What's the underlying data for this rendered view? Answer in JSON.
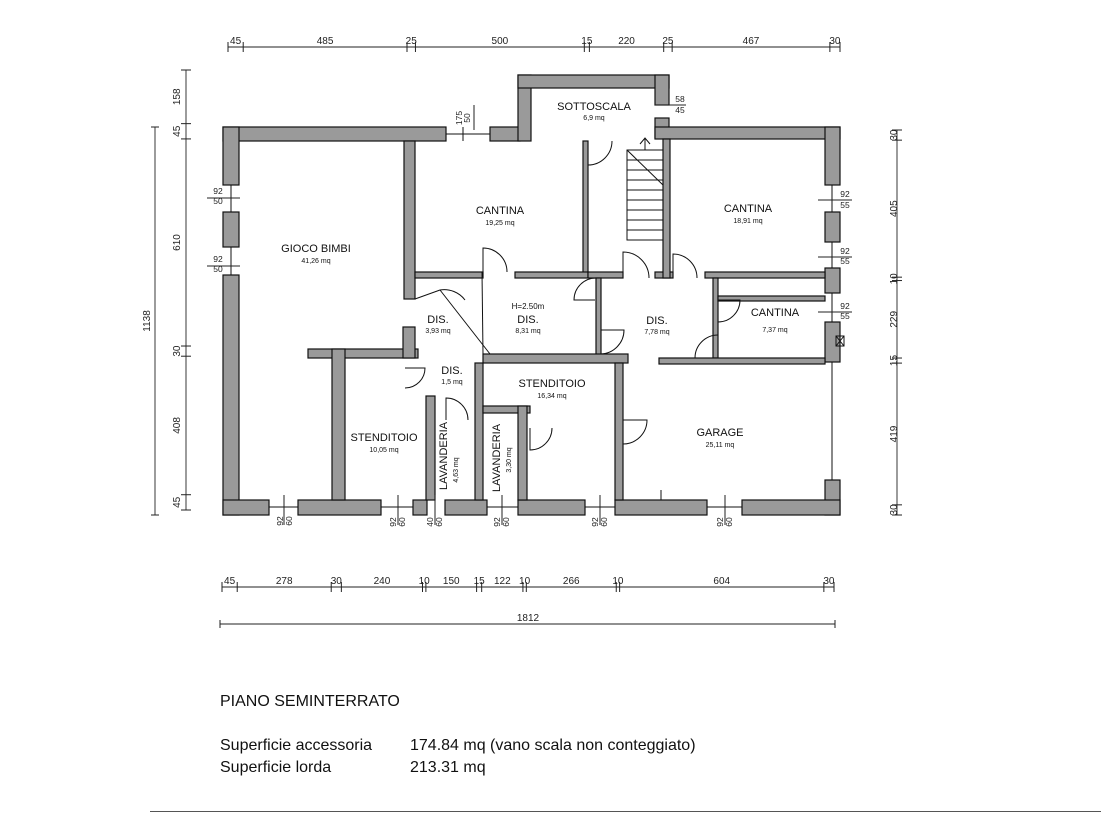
{
  "plan": {
    "rooms": [
      {
        "name": "SOTTOSCALA",
        "area": "6,9 mq"
      },
      {
        "name": "CANTINA",
        "area": "19,25 mq"
      },
      {
        "name": "CANTINA",
        "area": "18,91 mq"
      },
      {
        "name": "GIOCO BIMBI",
        "area": "41,26 mq"
      },
      {
        "name": "DIS.",
        "area": "3,93 mq"
      },
      {
        "name": "DIS.",
        "area": "8,31 mq",
        "note": "H=2.50m"
      },
      {
        "name": "DIS.",
        "area": "7,78 mq"
      },
      {
        "name": "CANTINA",
        "area": "7,37 mq"
      },
      {
        "name": "DIS.",
        "area": "1,5 mq"
      },
      {
        "name": "STENDITOIO",
        "area": "16,34 mq"
      },
      {
        "name": "STENDITOIO",
        "area": "10,05 mq"
      },
      {
        "name": "LAVANDERIA",
        "area": "4,63 mq"
      },
      {
        "name": "LAVANDERIA",
        "area": "3,30 mq"
      },
      {
        "name": "GARAGE",
        "area": "25,11 mq"
      }
    ],
    "top_dimensions": [
      "45",
      "485",
      "25",
      "500",
      "15",
      "220",
      "25",
      "467",
      "30"
    ],
    "bottom_dimensions": [
      "45",
      "278",
      "30",
      "240",
      "10",
      "150",
      "15",
      "122",
      "10",
      "266",
      "10",
      "604",
      "30"
    ],
    "total_width": "1812",
    "left_total": "1138",
    "left_dimensions": [
      "158",
      "45",
      "610",
      "30",
      "408",
      "45"
    ],
    "right_dimensions": [
      "30",
      "405",
      "10",
      "229",
      "15",
      "419",
      "30"
    ],
    "openings": [
      {
        "w": "175",
        "h": "50"
      },
      {
        "w": "58",
        "h": "45"
      },
      {
        "w": "92",
        "h": "50"
      },
      {
        "w": "92",
        "h": "50"
      },
      {
        "w": "92",
        "h": "55"
      },
      {
        "w": "92",
        "h": "55"
      },
      {
        "w": "92",
        "h": "55"
      },
      {
        "w": "92",
        "h": "60"
      },
      {
        "w": "92",
        "h": "60"
      },
      {
        "w": "40",
        "h": "60"
      },
      {
        "w": "92",
        "h": "60"
      },
      {
        "w": "92",
        "h": "60"
      },
      {
        "w": "92",
        "h": "60"
      }
    ]
  },
  "info": {
    "floor_title": "PIANO SEMINTERRATO",
    "accessory_label": "Superficie accessoria",
    "accessory_value": "174.84 mq (vano scala non conteggiato)",
    "gross_label": "Superficie lorda",
    "gross_value": "213.31 mq"
  }
}
